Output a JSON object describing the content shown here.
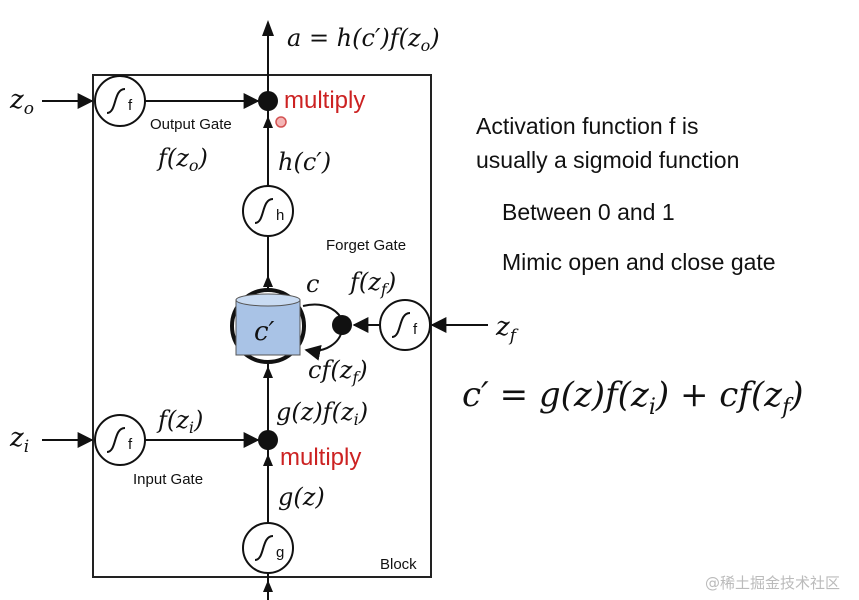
{
  "diagram": {
    "output_formula": "a = h(c′)f(z",
    "output_formula_sub": "o",
    "output_formula_close": ")",
    "inputs": {
      "z_o": {
        "base": "z",
        "sub": "o"
      },
      "z_i": {
        "base": "z",
        "sub": "i"
      },
      "z_f": {
        "base": "z",
        "sub": "f"
      }
    },
    "gates": {
      "output_gate": "Output Gate",
      "input_gate": "Input Gate",
      "forget_gate": "Forget Gate",
      "block": "Block"
    },
    "node_symbols": {
      "f": "f",
      "h": "h",
      "g": "g"
    },
    "multiply": "multiply",
    "edge_labels": {
      "f_zo": {
        "base": "f(z",
        "sub": "o",
        "close": ")"
      },
      "h_c": "h(c′)",
      "c": "c",
      "f_zf": {
        "base": "f(z",
        "sub": "f",
        "close": ")"
      },
      "cf_zf": {
        "base": "cf(z",
        "sub": "f",
        "close": ")"
      },
      "f_zi": {
        "base": "f(z",
        "sub": "i",
        "close": ")"
      },
      "g_f_zi": {
        "base": "g(z)f(z",
        "sub": "i",
        "close": ")"
      },
      "g_z": "g(z)"
    },
    "cell_label": "c′",
    "colors": {
      "cell_fill": "#a9c3e6",
      "multiply_label": "#cc2222",
      "line": "#111111"
    }
  },
  "notes": {
    "line1": "Activation function f is",
    "line2": "usually a sigmoid function",
    "line3": "Between 0 and 1",
    "line4": "Mimic open and close gate"
  },
  "equation": {
    "lhs": "c′ = g(z)f(z",
    "sub1": "i",
    "mid": ") + cf(z",
    "sub2": "f",
    "end": ")"
  },
  "watermark": "@稀土掘金技术社区"
}
